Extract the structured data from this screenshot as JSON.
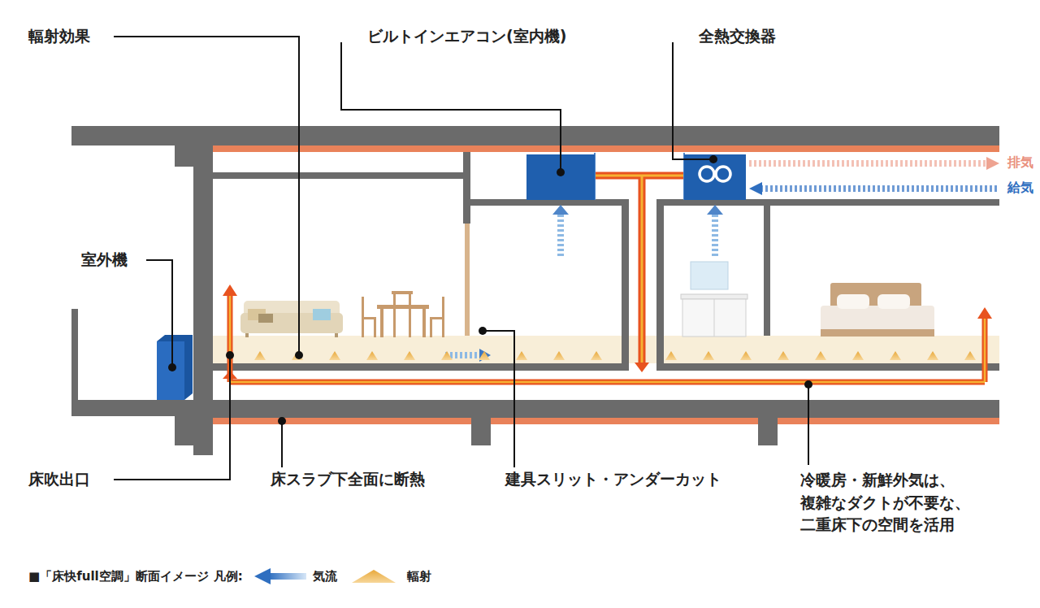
{
  "diagram": {
    "caption": "■「床快full空調」断面イメージ",
    "labels": [
      "輻射効果",
      "ビルトインエアコン(室内機)",
      "全熱交換器",
      "室外機",
      "排気",
      "給気",
      "床吹出口",
      "床スラブ下全面に断熱",
      "建具スリット・アンダーカット",
      "冷暖房・新鮮外気は、 複雑なダクトが不要な、 二重床下の空間を活用",
      "凡例:"
    ],
    "legend": [
      {
        "text": "気流"
      },
      {
        "text": "輻射"
      }
    ]
  }
}
